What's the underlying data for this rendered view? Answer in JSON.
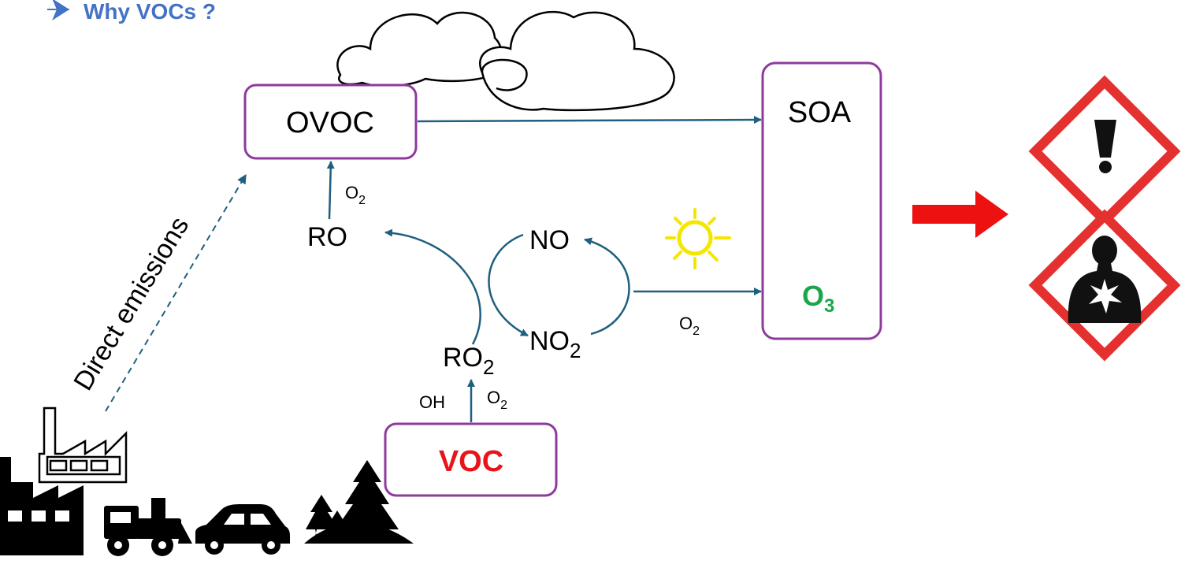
{
  "title": "Why VOCs ?",
  "nodes": {
    "ovoc": "OVOC",
    "soa": "SOA",
    "o3_main": "O",
    "o3_sub": "3",
    "voc": "VOC",
    "ro": "RO",
    "ro2_main": "RO",
    "ro2_sub": "2",
    "no": "NO",
    "no2_main": "NO",
    "no2_sub": "2"
  },
  "labels": {
    "o2_top_main": "O",
    "o2_top_sub": "2",
    "o2_right_main": "O",
    "o2_right_sub": "2",
    "o2_bottom_main": "O",
    "o2_bottom_sub": "2",
    "oh": "OH",
    "direct_emissions": "Direct emissions"
  },
  "colors": {
    "title": "#4472c4",
    "box_border": "#8e3a9c",
    "arrow": "#1f5f7f",
    "voc_text": "#e8141a",
    "o3_text": "#1aa64b",
    "big_arrow": "#ee1111",
    "hazard_border": "#e53030",
    "sun": "#f5e600"
  },
  "icons": [
    "cloud-icon",
    "sun-icon",
    "exclamation-hazard-icon",
    "health-hazard-icon",
    "factory-icon",
    "train-icon",
    "car-icon",
    "trees-icon"
  ]
}
